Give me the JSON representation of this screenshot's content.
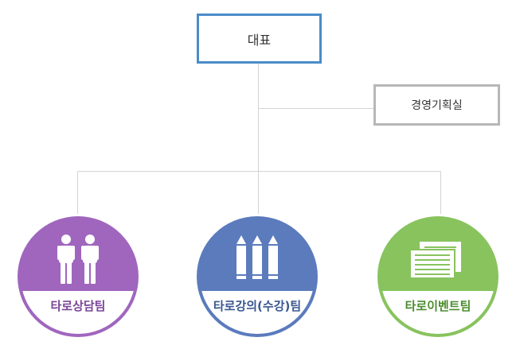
{
  "org_chart": {
    "ceo": {
      "label": "대표"
    },
    "planning_office": {
      "label": "경영기획실"
    },
    "teams": [
      {
        "label": "타로상담팀",
        "icon": "people-icon",
        "color": "#a066be"
      },
      {
        "label": "타로강의(수강)팀",
        "icon": "pencils-icon",
        "color": "#5b7bbd"
      },
      {
        "label": "타로이벤트팀",
        "icon": "documents-icon",
        "color": "#88c35e"
      }
    ]
  }
}
